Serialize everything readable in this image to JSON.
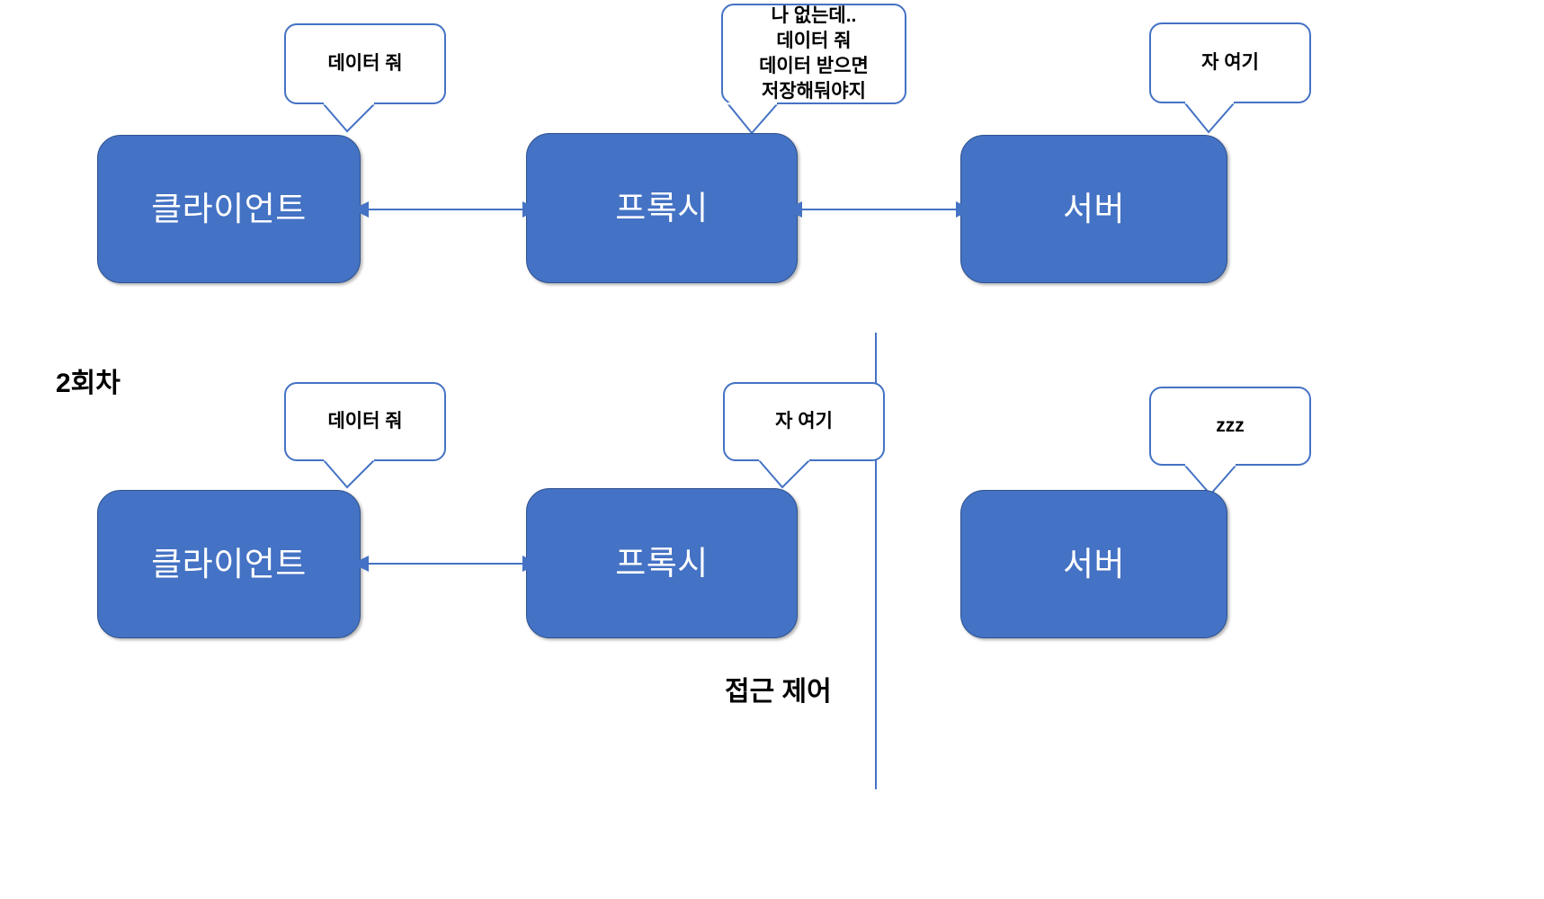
{
  "diagram": {
    "title": "Proxy cache access control diagram",
    "accent_color": "#4472C4",
    "node_border_color": "#2F528F",
    "node_text_color": "#FFFFFF",
    "bubble_border_color": "#4472C4",
    "text_color": "#000000",
    "background_color": "#FFFFFF"
  },
  "labels": {
    "round": "2회차",
    "access_control": "접근 제어"
  },
  "row1": {
    "name": "first-round",
    "nodes": [
      {
        "id": "client",
        "label": "클라이언트"
      },
      {
        "id": "proxy",
        "label": "프록시"
      },
      {
        "id": "server",
        "label": "서버"
      }
    ],
    "bubbles": [
      {
        "id": "client-bubble",
        "owner": "client",
        "text": "데이터 줘"
      },
      {
        "id": "proxy-bubble",
        "owner": "proxy",
        "text": "나 없는데..\n데이터 줘\n데이터 받으면\n저장해둬야지"
      },
      {
        "id": "server-bubble",
        "owner": "server",
        "text": "자 여기"
      }
    ],
    "connections": [
      {
        "id": "client-proxy-link",
        "from": "client",
        "to": "proxy",
        "style": "double-arrow"
      },
      {
        "id": "proxy-server-link",
        "from": "proxy",
        "to": "server",
        "style": "double-arrow"
      }
    ]
  },
  "row2": {
    "name": "second-round",
    "nodes": [
      {
        "id": "client",
        "label": "클라이언트"
      },
      {
        "id": "proxy",
        "label": "프록시"
      },
      {
        "id": "server",
        "label": "서버"
      }
    ],
    "bubbles": [
      {
        "id": "client-bubble",
        "owner": "client",
        "text": "데이터 줘"
      },
      {
        "id": "proxy-bubble",
        "owner": "proxy",
        "text": "자 여기"
      },
      {
        "id": "server-bubble",
        "owner": "server",
        "text": "zzz"
      }
    ],
    "connections": [
      {
        "id": "client-proxy-link",
        "from": "client",
        "to": "proxy",
        "style": "double-arrow"
      }
    ]
  }
}
